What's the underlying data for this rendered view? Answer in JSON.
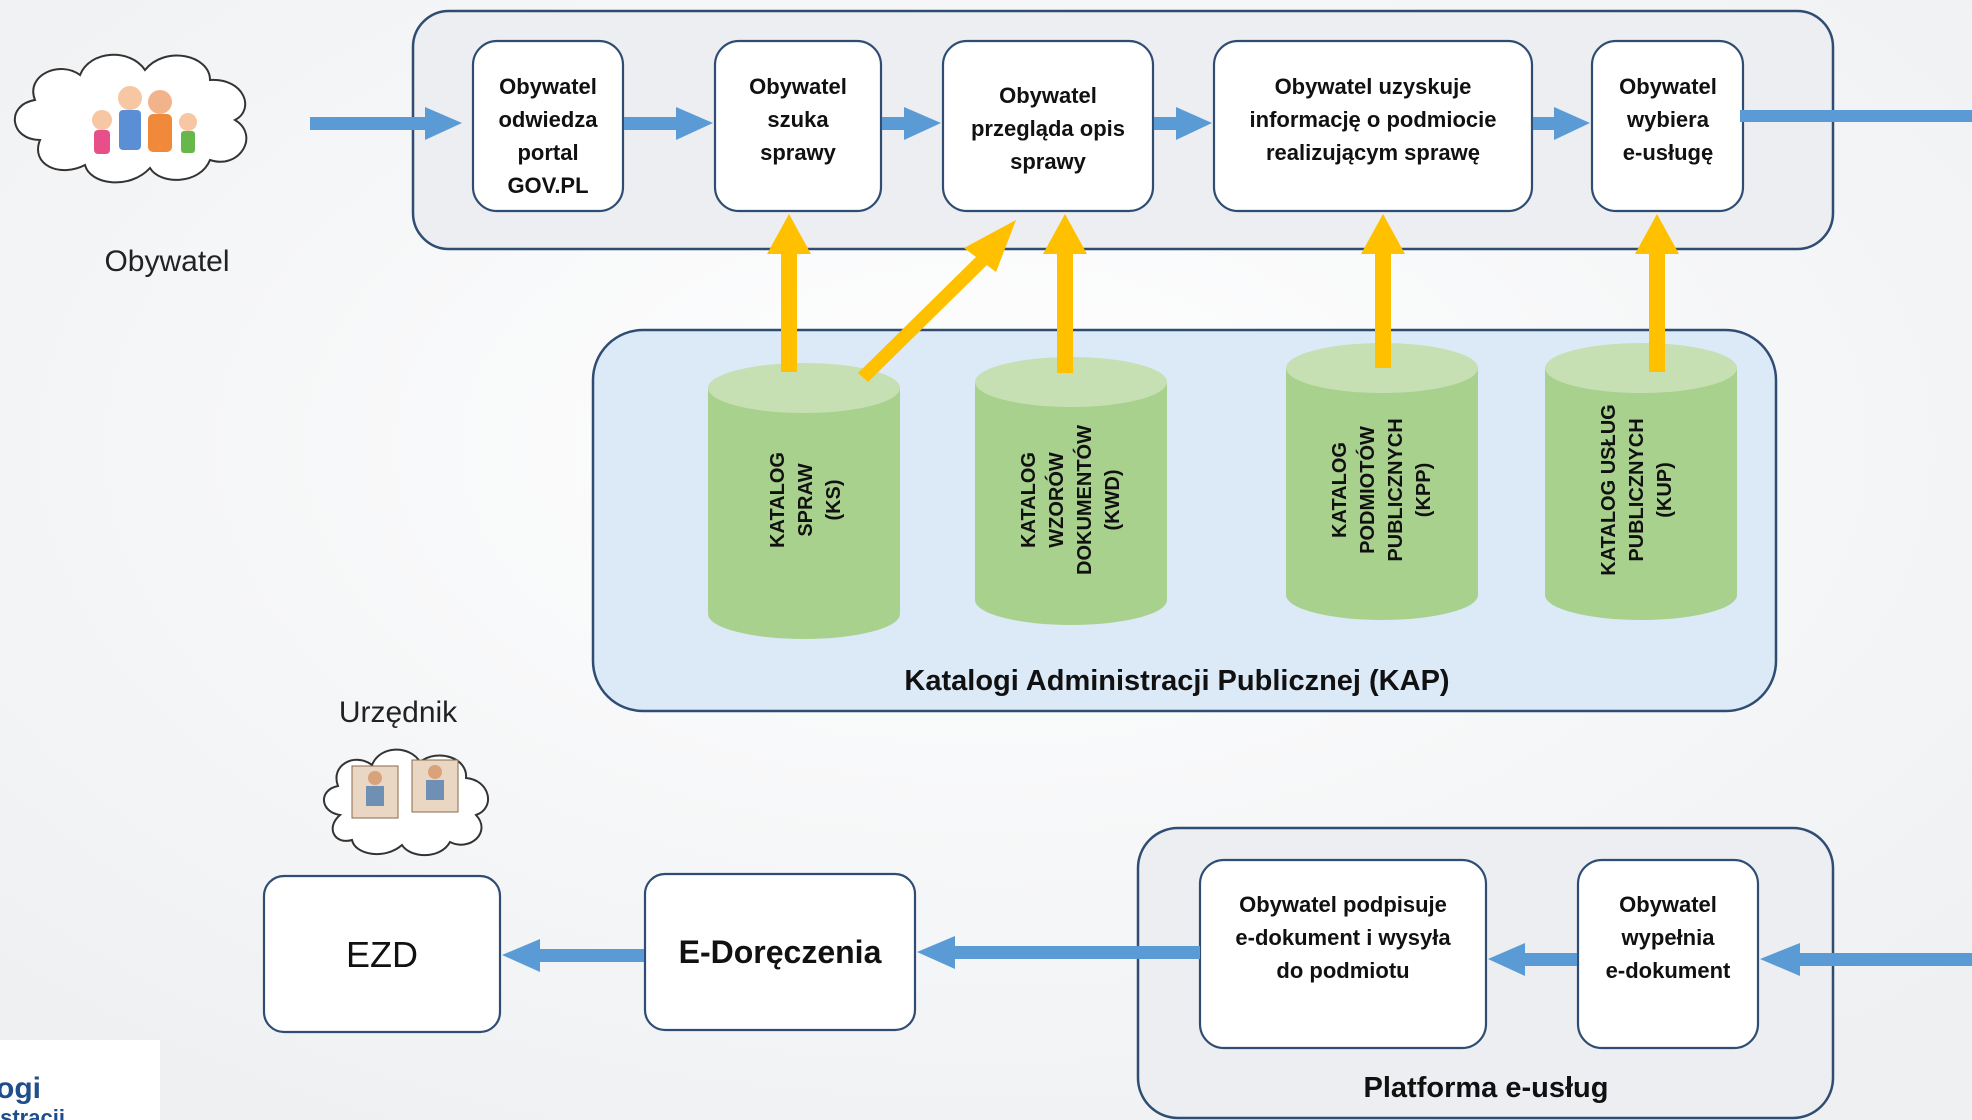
{
  "citizen": {
    "label": "Obywatel"
  },
  "official": {
    "label": "Urzędnik"
  },
  "process_steps": [
    {
      "lines": [
        "Obywatel",
        "odwiedza",
        "portal",
        "GOV.PL"
      ]
    },
    {
      "lines": [
        "Obywatel",
        "szuka",
        "sprawy"
      ]
    },
    {
      "lines": [
        "Obywatel",
        "przegląda opis",
        "sprawy"
      ]
    },
    {
      "lines": [
        "Obywatel uzyskuje",
        "informację o podmiocie",
        "realizującym sprawę"
      ]
    },
    {
      "lines": [
        "Obywatel",
        "wybiera",
        "e-usługę"
      ]
    }
  ],
  "kap": {
    "title": "Katalogi Administracji Publicznej (KAP)",
    "catalogs": [
      {
        "lines": [
          "KATALOG",
          "SPRAW",
          "(KS)"
        ]
      },
      {
        "lines": [
          "KATALOG",
          "WZORÓW",
          "DOKUMENTÓW",
          "(KWD)"
        ]
      },
      {
        "lines": [
          "KATALOG",
          "PODMIOTÓW",
          "PUBLICZNYCH",
          "(KPP)"
        ]
      },
      {
        "lines": [
          "KATALOG USŁUG",
          "PUBLICZNYCH",
          "(KUP)"
        ]
      }
    ]
  },
  "platform": {
    "title": "Platforma e-usług",
    "steps": [
      {
        "lines": [
          "Obywatel podpisuje",
          "e-dokument i wysyła",
          "do podmiotu"
        ]
      },
      {
        "lines": [
          "Obywatel",
          "wypełnia",
          "e-dokument"
        ]
      }
    ]
  },
  "e_delivery": {
    "label": "E-Doręczenia"
  },
  "ezd": {
    "label": "EZD"
  },
  "logo_fragment": [
    "ogi",
    "istracji"
  ],
  "colors": {
    "blue_arrow": "#5b9bd5",
    "yellow_arrow": "#ffc000",
    "cylinder_green": "#a9d18e",
    "kap_fill": "#dce9f7",
    "panel_fill": "#eceef1",
    "border": "#2f4d73"
  }
}
